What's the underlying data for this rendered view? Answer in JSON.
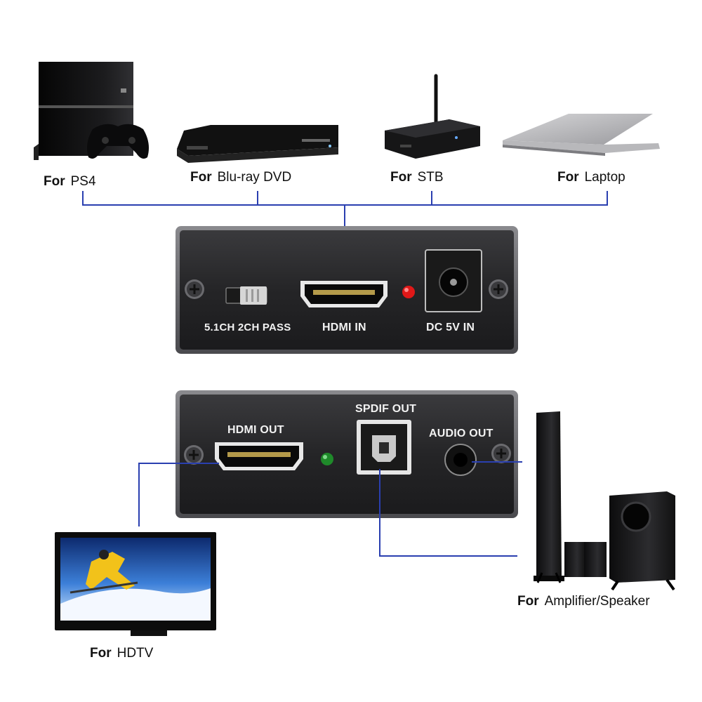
{
  "labels": {
    "for_word": "For",
    "ps4": "PS4",
    "bluray": "Blu-ray DVD",
    "stb": "STB",
    "laptop": "Laptop",
    "hdtv": "HDTV",
    "speaker": "Amplifier/Speaker"
  },
  "panel_top": {
    "switch_label": "5.1CH 2CH PASS",
    "hdmi_in": "HDMI IN",
    "dc_in": "DC 5V IN"
  },
  "panel_bottom": {
    "hdmi_out": "HDMI OUT",
    "spdif_out": "SPDIF OUT",
    "audio_out": "AUDIO OUT"
  },
  "colors": {
    "wire": "#2a3fb0",
    "panel": "#2b2b2d",
    "led_red": "#e01818",
    "led_green": "#1f8a2a"
  }
}
